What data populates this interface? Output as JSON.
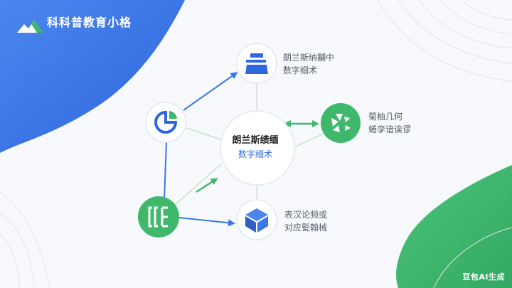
{
  "brand": {
    "title": "科科普教育小格"
  },
  "center": {
    "line1": "朗兰斯绩缅",
    "line2": "数字细术"
  },
  "nodes": {
    "top": {
      "line1": "朗兰斯纳黼中",
      "line2": "数字细术"
    },
    "right": {
      "line1": "菊柚几何",
      "line2": "蜷孪谙诶谬"
    },
    "bottom": {
      "line1": "表汉论频或",
      "line2": "对应甏翰械"
    }
  },
  "watermark": "豆包AI生成",
  "colors": {
    "blue": "#3b78e7",
    "green": "#3fb86b",
    "dark_blue": "#2f5fc4"
  }
}
